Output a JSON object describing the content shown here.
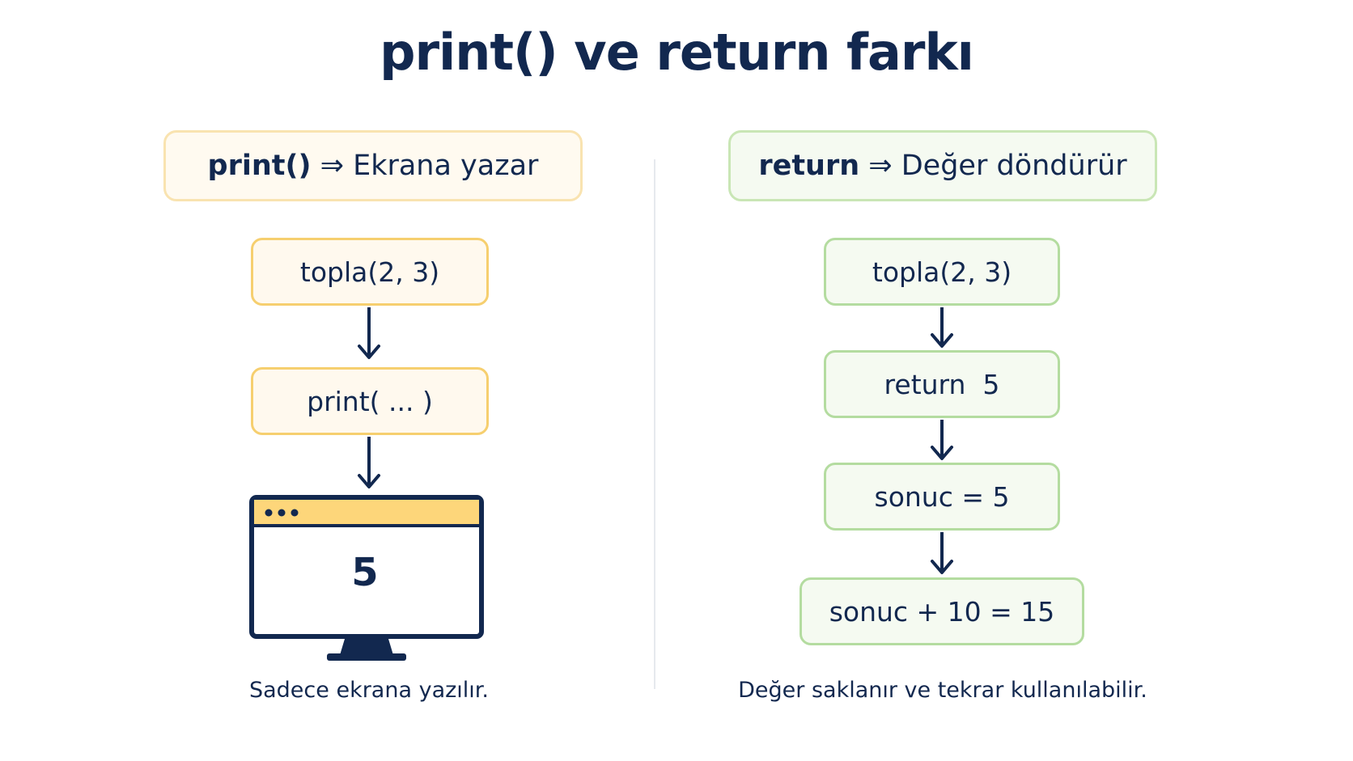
{
  "title": "print() ve return farkı",
  "left": {
    "header_keyword": "print()",
    "header_rest": " ⇒ Ekrana yazar",
    "nodes": [
      "topla(2, 3)",
      "print( ... )"
    ],
    "screen_output": "5",
    "caption": "Sadece ekrana yazılır."
  },
  "right": {
    "header_keyword": "return",
    "header_rest": " ⇒ Değer döndürür",
    "nodes": [
      "topla(2, 3)",
      "return  5",
      "sonuc = 5",
      "sonuc + 10 = 15"
    ],
    "caption": "Değer saklanır ve tekrar kullanılabilir."
  },
  "colors": {
    "text": "#12284f",
    "yellow_border": "#f6cf6f",
    "yellow_fill": "#fff9ee",
    "green_border": "#b4dca0",
    "green_fill": "#f5faf1",
    "screen_bar": "#fdd67a"
  }
}
